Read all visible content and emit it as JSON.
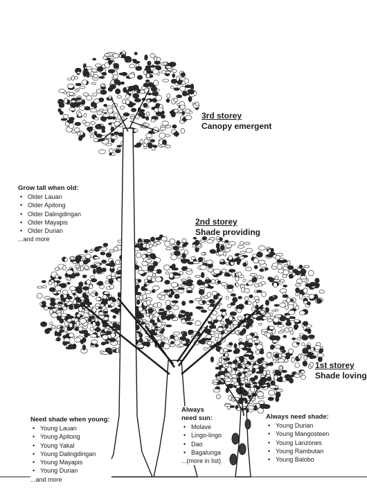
{
  "storeys": {
    "third": {
      "title": "3rd storey",
      "subtitle": "Canopy emergent"
    },
    "second": {
      "title": "2nd storey",
      "subtitle": "Shade providing"
    },
    "first": {
      "title": "1st storey",
      "subtitle": "Shade loving"
    }
  },
  "grow_tall": {
    "heading": "Grow tall when old:",
    "items": [
      "Older Lauan",
      "Older Apitong",
      "Older Dalingdingan",
      "Older Mayapis",
      "Older Durian"
    ],
    "more": "...and more"
  },
  "need_shade_young": {
    "heading": "Need shade when young:",
    "items": [
      "Young Lauan",
      "Young Apitong",
      "Young Yakal",
      "Young Dalingdingan",
      "Young Mayapis",
      "Young Durian"
    ],
    "more": "...and more"
  },
  "always_sun": {
    "heading_line1": "Always",
    "heading_line2": "need sun:",
    "items": [
      "Molave",
      "Lingo-lingo",
      "Dao",
      "Bagalunga"
    ],
    "more": "...(more in list)"
  },
  "always_shade": {
    "heading": "Always need shade:",
    "items": [
      "Young Durian",
      "Young Mangosteen",
      "Young Lanzones",
      "Young Rambutan",
      "Young Balobo"
    ]
  },
  "colors": {
    "ink": "#1a1a1a",
    "foliage": "#2b2b2b",
    "background": "#ffffff"
  }
}
